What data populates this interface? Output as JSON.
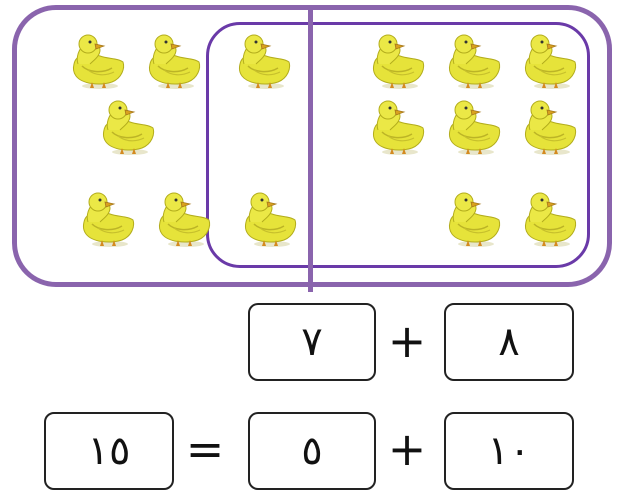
{
  "colors": {
    "outer_frame": "#8a64ad",
    "inner_frame": "#6a3aa8",
    "duck_body": "#e6e33a"
  },
  "picture": {
    "duck_icon": "duck-icon"
  },
  "row1": {
    "left_value": "٧",
    "operator": "+",
    "right_value": "٨"
  },
  "row2": {
    "result": "١٥",
    "equals": "=",
    "middle_value": "٥",
    "operator": "+",
    "right_value": "١٠"
  }
}
